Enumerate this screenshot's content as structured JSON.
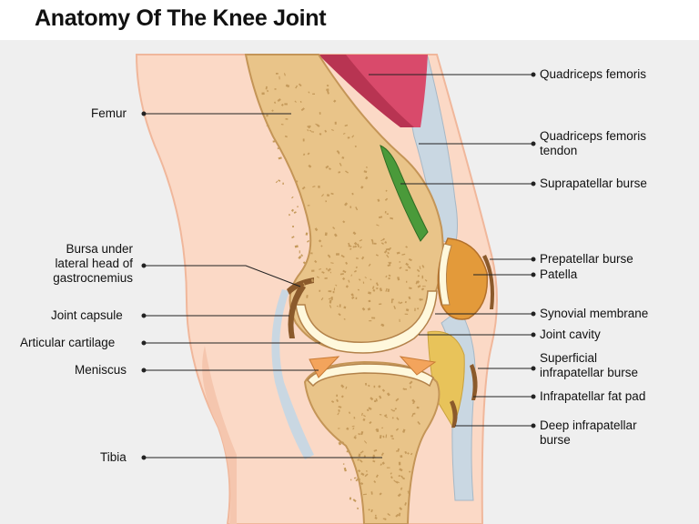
{
  "title": "Anatomy Of The Knee Joint",
  "labels_left": {
    "femur": "Femur",
    "bursa_lateral_head": [
      "Bursa under",
      "lateral head of",
      "gastrocnemius"
    ],
    "joint_capsule": "Joint capsule",
    "articular_cartilage": "Articular cartilage",
    "meniscus": "Meniscus",
    "tibia": "Tibia"
  },
  "labels_right": {
    "quadriceps_femoris": "Quadriceps femoris",
    "quadriceps_tendon": [
      "Quadriceps femoris",
      "tendon"
    ],
    "suprapatellar_burse": "Suprapatellar burse",
    "prepatellar_burse": "Prepatellar burse",
    "patella": "Patella",
    "synovial_membrane": "Synovial membrane",
    "joint_cavity": "Joint cavity",
    "superficial_infrapatellar_burse": [
      "Superficial",
      "infrapatellar burse"
    ],
    "infrapatellar_fat_pad": "Infrapatellar fat pad",
    "deep_infrapatellar_burse": [
      "Deep infrapatellar",
      "burse"
    ]
  },
  "colors": {
    "skin": "#fbd9c6",
    "bone": "#e9c489",
    "bone_dots": "#c59a5b",
    "cartilage": "#fff8dc",
    "muscle": "#d94a6b",
    "tendon": "#c9d7e2",
    "bursa_green": "#4a9a3a",
    "meniscus": "#f3a45c",
    "fat_pad": "#e8c35a",
    "capsule": "#8b5a2b",
    "background": "#ececec"
  }
}
